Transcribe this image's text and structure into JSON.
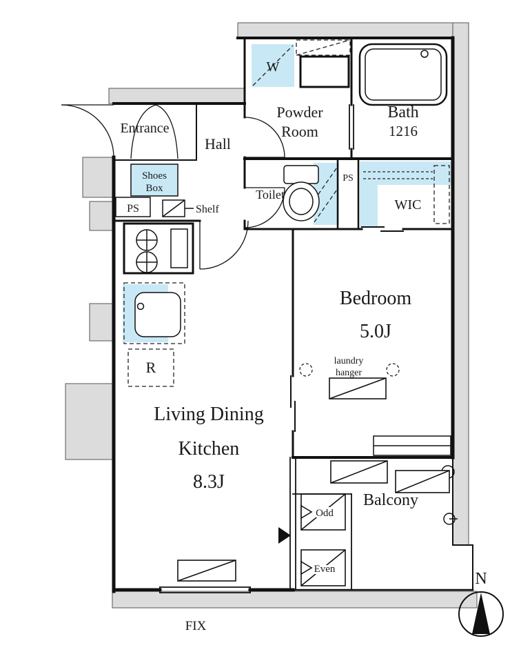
{
  "meta": {
    "type": "apartment-floor-plan"
  },
  "colors": {
    "exterior_gray": "#dcdcdc",
    "water_area_blue": "#c9e8f5",
    "wall_black": "#111111",
    "text": "#1a1a1a",
    "background": "#ffffff"
  },
  "rooms": {
    "entrance": {
      "label": "Entrance"
    },
    "hall": {
      "label": "Hall"
    },
    "powder": {
      "line1": "Powder",
      "line2": "Room"
    },
    "bath": {
      "label": "Bath",
      "size": "1216"
    },
    "toilet": {
      "label": "Toilet"
    },
    "wic": {
      "label": "WIC"
    },
    "bedroom": {
      "label": "Bedroom",
      "size": "5.0J"
    },
    "ldk": {
      "line1": "Living Dining",
      "line2": "Kitchen",
      "size": "8.3J"
    },
    "balcony": {
      "label": "Balcony"
    }
  },
  "fixtures": {
    "washer": {
      "label": "W"
    },
    "shoes_box": {
      "line1": "Shoes",
      "line2": "Box"
    },
    "ps_hall": {
      "label": "PS"
    },
    "ps_wic": {
      "label": "PS"
    },
    "shelf": {
      "label": "Shelf"
    },
    "fridge": {
      "label": "R"
    },
    "laundry_hanger": {
      "line1": "laundry",
      "line2": "hanger"
    },
    "odd_panel": {
      "label": "Odd"
    },
    "even_panel": {
      "label": "Even"
    },
    "fix_window": {
      "label": "FIX"
    },
    "compass": {
      "label": "N"
    }
  }
}
